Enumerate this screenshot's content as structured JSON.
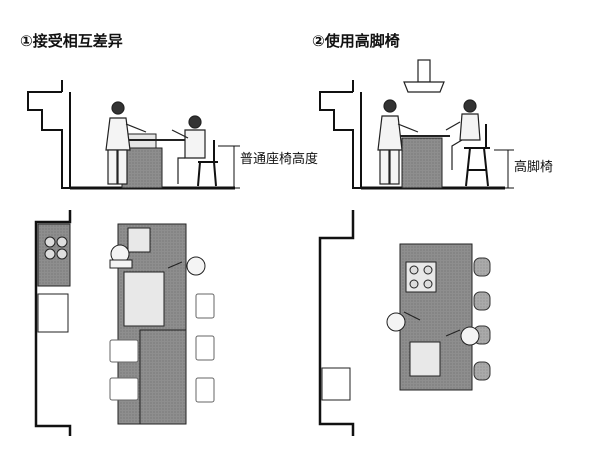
{
  "titles": {
    "left": "①接受相互差异",
    "right": "②使用高脚椅"
  },
  "labels": {
    "normal_chair_height": "普通座椅高度",
    "bar_stool": "高脚椅"
  }
}
